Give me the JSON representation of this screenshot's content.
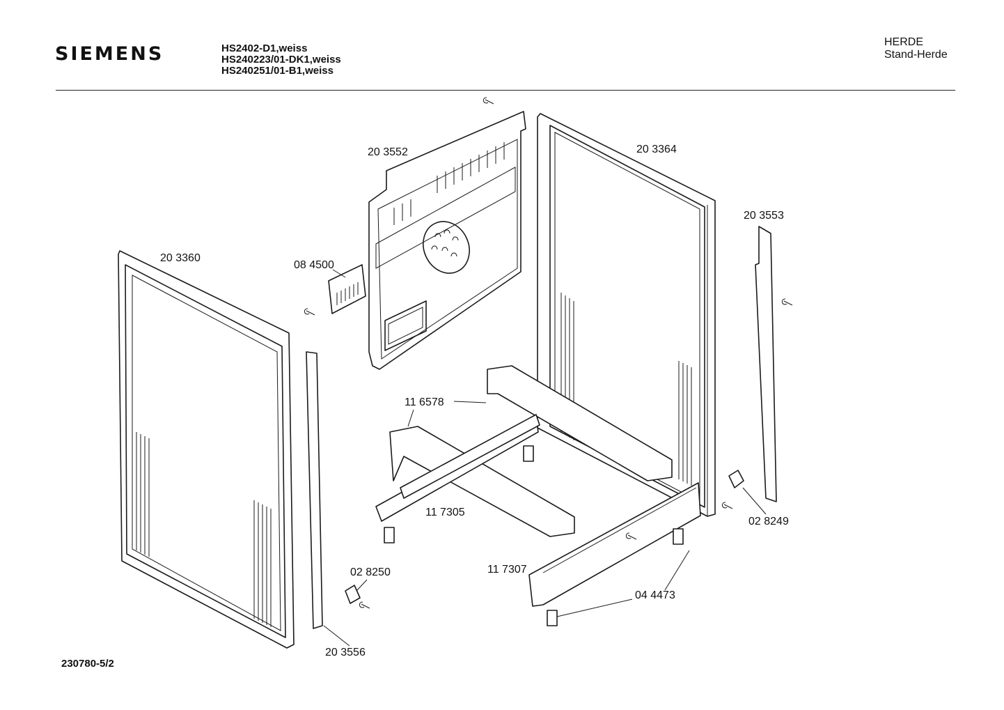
{
  "header": {
    "brand": "SIEMENS",
    "models": [
      "HS2402-D1,weiss",
      "HS240223/01-DK1,weiss",
      "HS240251/01-B1,weiss"
    ],
    "category": "HERDE",
    "subcategory": "Stand-Herde"
  },
  "footer": {
    "doc_number": "230780-5/2"
  },
  "parts": [
    {
      "id": "203552",
      "label": "20 3552"
    },
    {
      "id": "203364",
      "label": "20 3364"
    },
    {
      "id": "203553",
      "label": "20 3553"
    },
    {
      "id": "203360",
      "label": "20 3360"
    },
    {
      "id": "084500",
      "label": "08 4500"
    },
    {
      "id": "116578",
      "label": "11 6578"
    },
    {
      "id": "117305",
      "label": "11 7305"
    },
    {
      "id": "028249",
      "label": "02 8249"
    },
    {
      "id": "028250",
      "label": "02 8250"
    },
    {
      "id": "117307",
      "label": "11 7307"
    },
    {
      "id": "044473",
      "label": "04 4473"
    },
    {
      "id": "203556",
      "label": "20 3556"
    }
  ]
}
